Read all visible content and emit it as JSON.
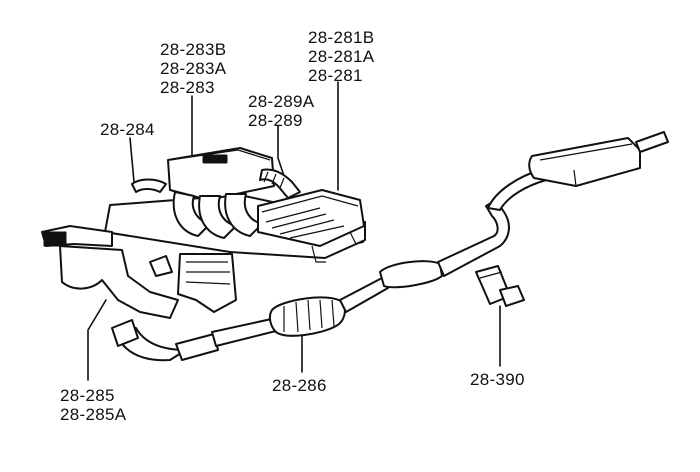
{
  "callouts": {
    "c_28_283": [
      "28-283B",
      "28-283A",
      "28-283"
    ],
    "c_28_281": [
      "28-281B",
      "28-281A",
      "28-281"
    ],
    "c_28_289": [
      "28-289A",
      "28-289"
    ],
    "c_28_284": [
      "28-284"
    ],
    "c_28_285": [
      "28-285",
      "28-285A"
    ],
    "c_28_286": [
      "28-286"
    ],
    "c_28_390": [
      "28-390"
    ]
  },
  "colors": {
    "ink": "#111111",
    "paper": "#ffffff"
  }
}
